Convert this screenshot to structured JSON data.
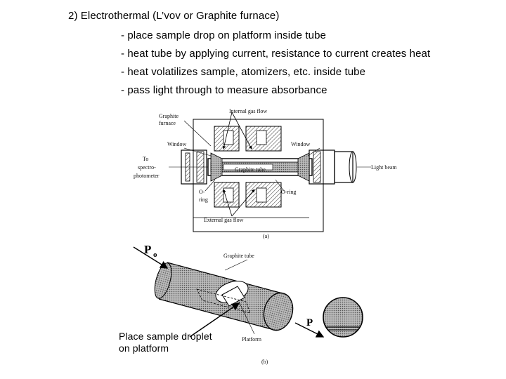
{
  "slide": {
    "title": "2) Electrothermal (L’vov or Graphite furnace)",
    "bullets": [
      "- place sample drop on platform inside tube",
      "- heat tube by applying current, resistance to current creates heat",
      "- heat volatilizes sample, atomizers, etc. inside tube",
      "- pass light through to measure absorbance"
    ]
  },
  "figure_a": {
    "labels": {
      "graphite_furnace_1": "Graphite",
      "graphite_furnace_2": "furnace",
      "internal_gas_flow": "Internal gas flow",
      "window_left": "Window",
      "window_right": "Window",
      "to_spectrophotometer_1": "To",
      "to_spectrophotometer_2": "spectro-",
      "to_spectrophotometer_3": "photometer",
      "graphite_tube": "Graphite tube",
      "light_beam": "Light beam",
      "o_ring_left_1": "O-",
      "o_ring_left_2": "ring",
      "o_ring_right": "O-ring",
      "external_gas_flow": "External gas flow",
      "panel": "(a)"
    }
  },
  "figure_b": {
    "labels": {
      "po_main": "P",
      "po_sub": "o",
      "graphite_tube": "Graphite tube",
      "platform": "Platform",
      "p_label": "P",
      "panel": "(b)",
      "place_sample": "Place sample droplet on platform"
    }
  }
}
